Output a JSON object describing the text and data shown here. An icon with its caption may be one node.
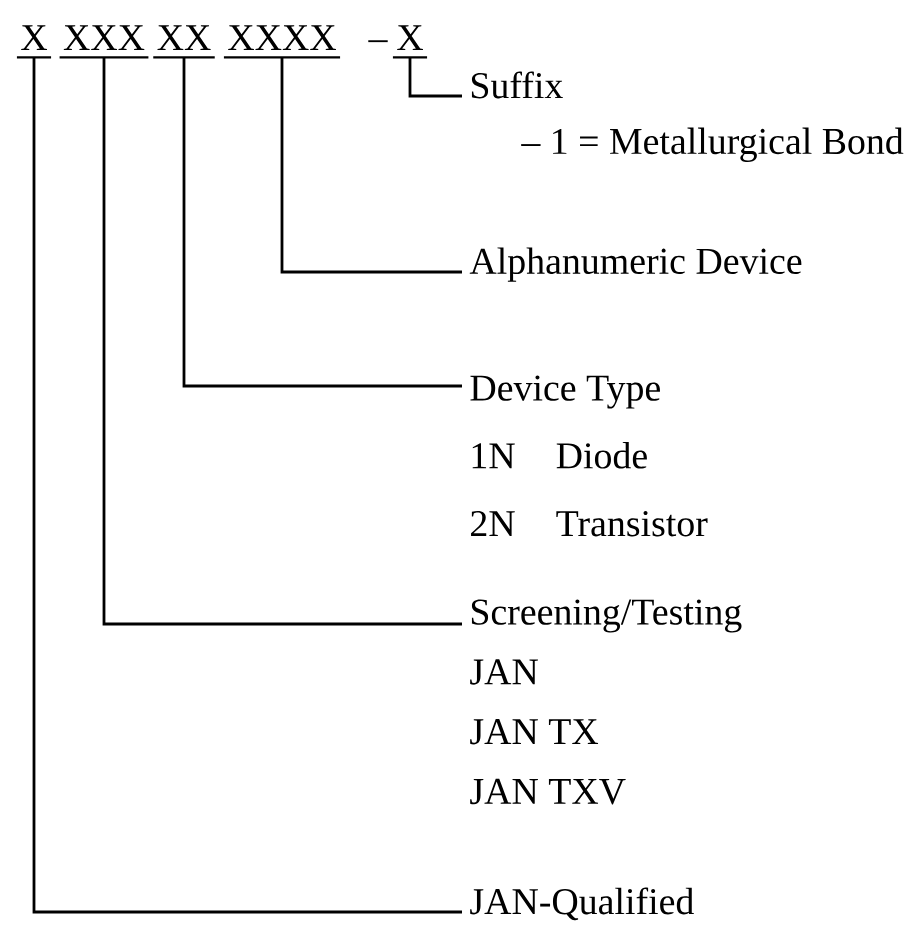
{
  "diagram": {
    "nodes": [
      {
        "text": [
          "X"
        ]
      },
      {
        "text": [
          "XXX"
        ]
      },
      {
        "text": [
          "XX"
        ]
      },
      {
        "text": [
          "XXXX"
        ]
      },
      {
        "text": [
          "X"
        ]
      },
      {
        "text": [
          "Suffix",
          "– 1 = Metallurgical Bond"
        ]
      },
      {
        "text": [
          "Alphanumeric Device"
        ]
      },
      {
        "text": [
          "Device Type",
          "1N",
          "Diode",
          "2N",
          "Transistor"
        ]
      },
      {
        "text": [
          "Screening/Testing",
          "JAN",
          "JAN TX",
          "JAN TXV"
        ]
      },
      {
        "text": [
          "JAN-Qualified"
        ]
      }
    ],
    "edges": [
      {
        "from": 4,
        "to": 5,
        "arrow": "none"
      },
      {
        "from": 3,
        "to": 6,
        "arrow": "none"
      },
      {
        "from": 2,
        "to": 7,
        "arrow": "none"
      },
      {
        "from": 1,
        "to": 8,
        "arrow": "none"
      },
      {
        "from": 0,
        "to": 9,
        "arrow": "none"
      }
    ],
    "labels": [
      "–"
    ]
  }
}
